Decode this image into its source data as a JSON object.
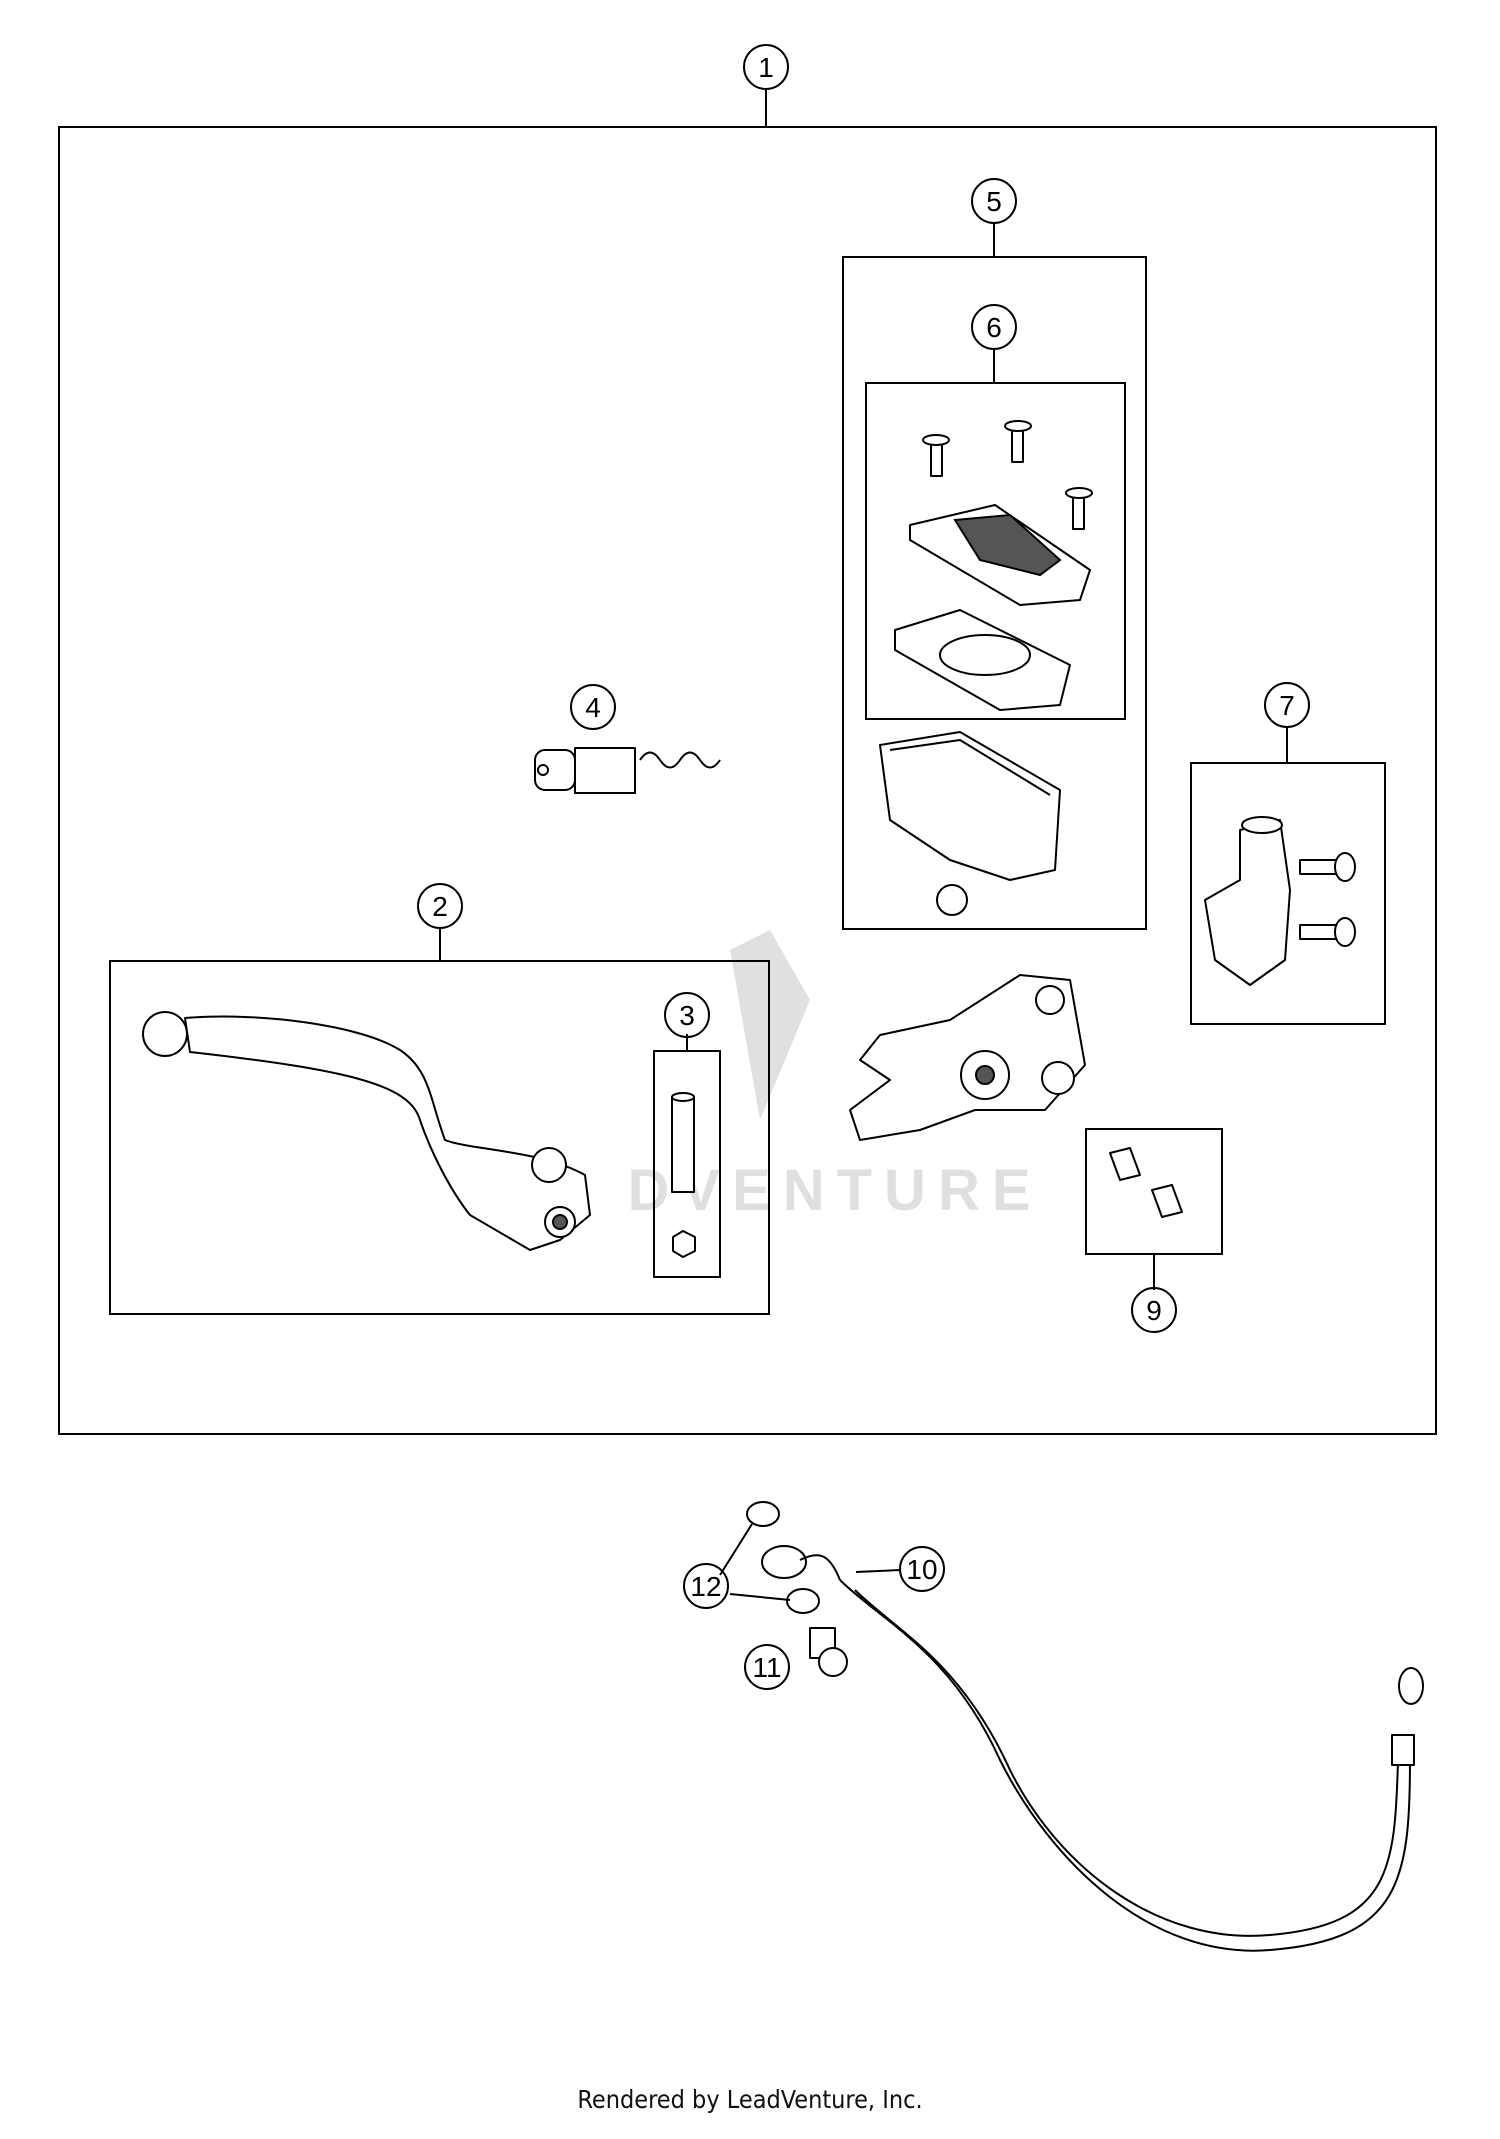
{
  "callouts": {
    "c1": "1",
    "c2": "2",
    "c3": "3",
    "c4": "4",
    "c5": "5",
    "c6": "6",
    "c7": "7",
    "c9": "9",
    "c10": "10",
    "c11": "11",
    "c12": "12"
  },
  "watermark": "DVENTURE",
  "footer": "Rendered by LeadVenture, Inc."
}
